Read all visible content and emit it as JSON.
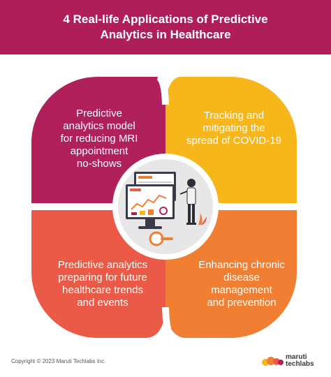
{
  "header": {
    "title_line1": "4 Real-life Applications of Predictive",
    "title_line2": "Analytics in Healthcare",
    "bg_color": "#b01e5a"
  },
  "quadrants": [
    {
      "line1": "Predictive",
      "line2": "analytics model",
      "line3": "for reducing MRI",
      "line4": "appointment",
      "line5": "no-shows",
      "color": "#b0215c"
    },
    {
      "line1": "Tracking and",
      "line2": "mitigating the",
      "line3": "spread of COVID-19",
      "color": "#f7b619"
    },
    {
      "line1": "Predictive analytics",
      "line2": "preparing for future",
      "line3": "healthcare trends",
      "line4": "and events",
      "color": "#ea5a47"
    },
    {
      "line1": "Enhancing chronic",
      "line2": "disease",
      "line3": "management",
      "line4": "and prevention",
      "color": "#f07f33"
    }
  ],
  "center": {
    "icon": "analytics-dashboard-person-icon",
    "bg_color": "#e7e7e7"
  },
  "footer": {
    "copyright": "Copyright © 2023 Maruti Techlabs Inc.",
    "brand_line1": "maruti",
    "brand_line2": "techlabs"
  }
}
